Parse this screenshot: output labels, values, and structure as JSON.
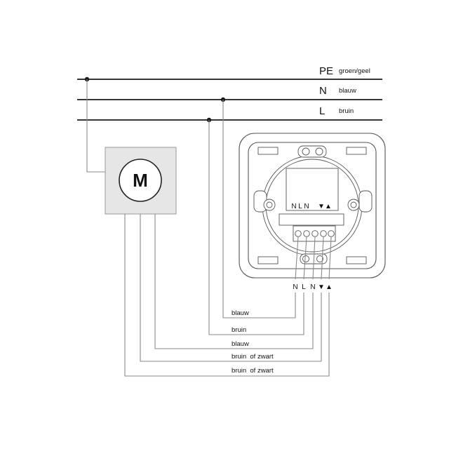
{
  "supply": {
    "pe": {
      "code": "PE",
      "color": "groen/geel"
    },
    "n": {
      "code": "N",
      "color": "blauw"
    },
    "l": {
      "code": "L",
      "color": "bruin"
    }
  },
  "motor": {
    "label": "M"
  },
  "device": {
    "terminals": [
      "N",
      "L",
      "N",
      "▼",
      "▲"
    ]
  },
  "wires": [
    "blauw",
    "bruin",
    "blauw",
    "bruin  of zwart",
    "bruin  of zwart"
  ]
}
